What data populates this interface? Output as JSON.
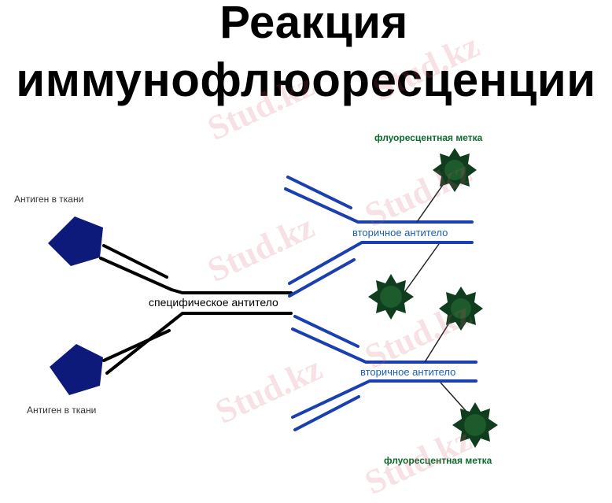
{
  "title": {
    "line1": "Реакция",
    "line2": "иммунофлюоресценции"
  },
  "labels": {
    "antigen_top": "Антиген в ткани",
    "antigen_bottom": "Антиген в ткани",
    "specific_antibody": "специфическое антитело",
    "secondary_antibody_top": "вторичное антитело",
    "secondary_antibody_bottom": "вторичное антитело",
    "fluorescent_label_top": "флуоресцентная метка",
    "fluorescent_label_bottom": "флуоресцентная метка"
  },
  "watermark": {
    "text": "Stud.kz"
  },
  "colors": {
    "antigen": "#0d1a7a",
    "specific_antibody": "#000000",
    "secondary_antibody": "#1a3fb0",
    "fluorescent_marker": "#0f3d1e",
    "fluor_label_text": "#0b6b2a"
  }
}
